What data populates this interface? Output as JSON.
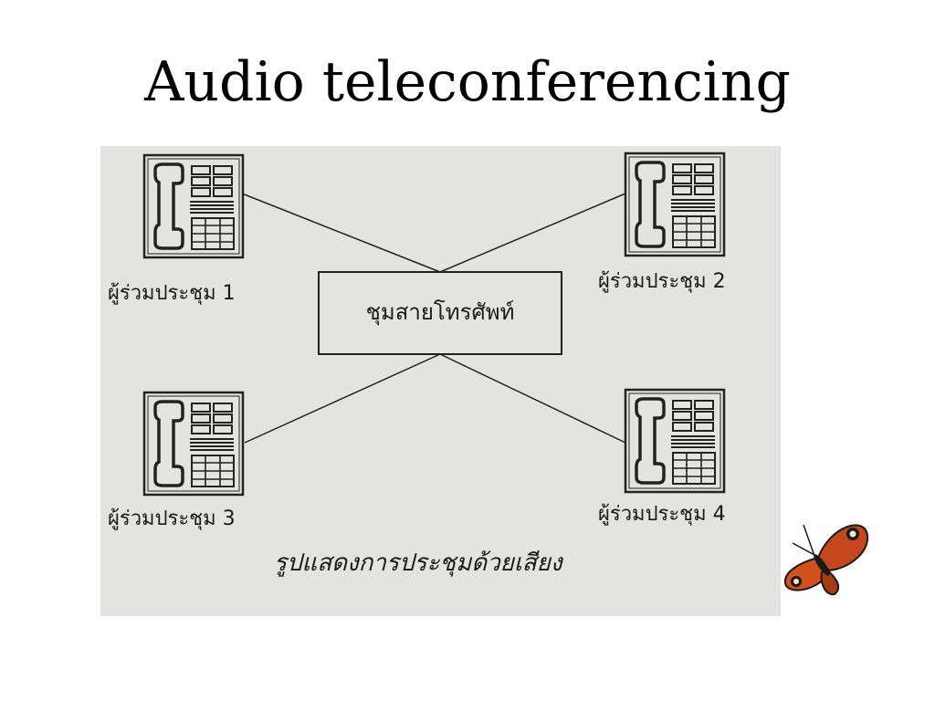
{
  "slide": {
    "title": "Audio teleconferencing"
  },
  "diagram": {
    "hub_label": "ชุมสายโทรศัพท์",
    "participants": [
      {
        "label": "ผู้ร่วมประชุม 1"
      },
      {
        "label": "ผู้ร่วมประชุม 2"
      },
      {
        "label": "ผู้ร่วมประชุม 3"
      },
      {
        "label": "ผู้ร่วมประชุม 4"
      }
    ],
    "caption": "รูปแสดงการประชุมด้วยเสียง",
    "phone_icon": "telephone-icon",
    "scan_background": "#e3e3e1",
    "line_color": "#222222"
  },
  "decoration": {
    "icon": "butterfly-icon",
    "colors": [
      "#d4501a",
      "#1a1a1a",
      "#f0e6c8"
    ]
  }
}
